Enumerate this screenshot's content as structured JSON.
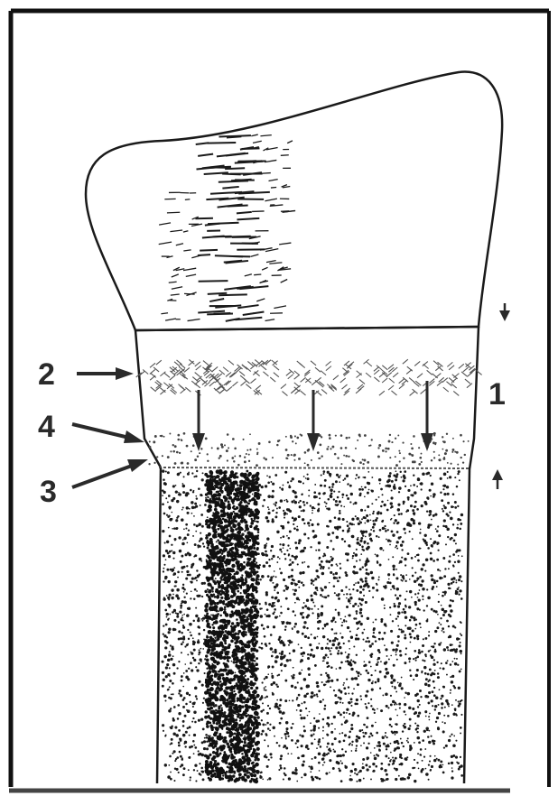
{
  "labels": {
    "zone_1": "1",
    "zone_2": "2",
    "zone_3": "3",
    "zone_4": "4"
  },
  "colors": {
    "ink": "#1a1a1a",
    "background": "#ffffff"
  }
}
